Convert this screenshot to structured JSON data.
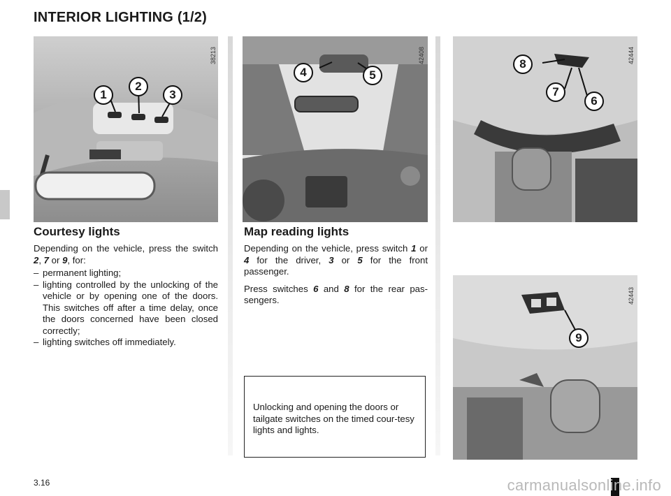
{
  "page": {
    "title": "INTERIOR LIGHTING (1/2)",
    "page_number": "3.16",
    "watermark": "carmanualsonline.info"
  },
  "figures": {
    "fig1": {
      "ref": "38213",
      "callouts": [
        "1",
        "2",
        "3"
      ]
    },
    "fig2": {
      "ref": "42408",
      "callouts": [
        "4",
        "5"
      ]
    },
    "fig3": {
      "ref": "42444",
      "callouts": [
        "8",
        "7",
        "6"
      ]
    },
    "fig4": {
      "ref": "42443",
      "callouts": [
        "9"
      ]
    }
  },
  "courtesy": {
    "heading": "Courtesy lights",
    "intro_a": "Depending on the vehicle, press the switch ",
    "sw_a": "2",
    "sep_1": ", ",
    "sw_b": "7",
    "sep_2": " or ",
    "sw_c": "9",
    "intro_b": ", for:",
    "items": [
      "permanent lighting;",
      "lighting controlled by the unlocking of the vehicle or by opening one of the doors. This switches off after a time delay, once the doors concerned have been closed correctly;",
      "lighting switches off immediately."
    ]
  },
  "map": {
    "heading": "Map reading lights",
    "p1_a": "Depending on the vehicle, press switch ",
    "p1_s1": "1",
    "p1_b": " or ",
    "p1_s2": "4",
    "p1_c": " for the driver, ",
    "p1_s3": "3",
    "p1_d": " or ",
    "p1_s4": "5",
    "p1_e": " for the front passenger.",
    "p2_a": "Press switches ",
    "p2_s1": "6",
    "p2_b": " and ",
    "p2_s2": "8",
    "p2_c": " for the rear pas-sengers."
  },
  "note": {
    "text": "Unlocking and opening the doors or tailgate switches on the timed cour-tesy lights and lights."
  },
  "colors": {
    "photo_light": "#d7d7d7",
    "photo_mid": "#9a9a9a",
    "photo_dark": "#3a3a3a",
    "callout_bg": "#ffffff",
    "callout_border": "#111111"
  }
}
